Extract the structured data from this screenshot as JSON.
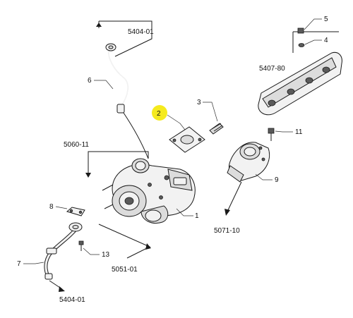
{
  "callouts": {
    "c1": "1",
    "c2": "2",
    "c3": "3",
    "c4": "4",
    "c5": "5",
    "c6": "6",
    "c7": "7",
    "c8": "8",
    "c9": "9",
    "c11": "11",
    "c13": "13"
  },
  "highlight_color": "#f5ea1e",
  "refs": {
    "r_top_pipe": "5404-01",
    "r_manifold": "5407-80",
    "r_left": "5060-11",
    "r_elbow": "5071-10",
    "r_bottom_mid": "5051-01",
    "r_bottom_pipe": "5404-01"
  }
}
